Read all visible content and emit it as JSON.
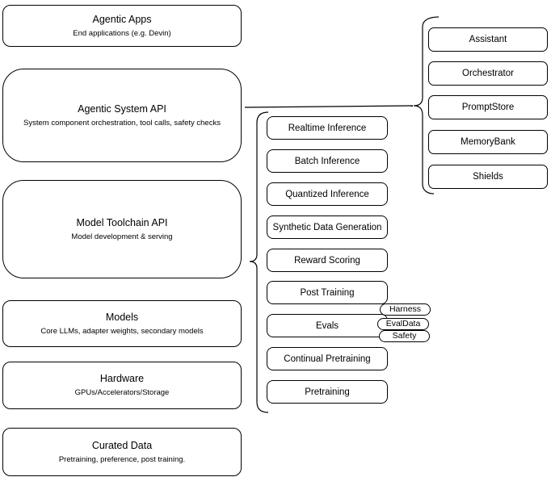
{
  "diagram": {
    "title": "Agentic system stack diagram",
    "colors": {
      "stroke": "#000000",
      "fill": "#ffffff",
      "text": "#000000"
    },
    "left_stack": [
      {
        "title": "Agentic Apps",
        "subtitle": "End applications (e.g. Devin)"
      },
      {
        "title": "Agentic System API",
        "subtitle": "System component orchestration, tool calls, safety checks"
      },
      {
        "title": "Model Toolchain API",
        "subtitle": "Model development & serving"
      },
      {
        "title": "Models",
        "subtitle": "Core LLMs, adapter weights, secondary models"
      },
      {
        "title": "Hardware",
        "subtitle": "GPUs/Accelerators/Storage"
      },
      {
        "title": "Curated Data",
        "subtitle": "Pretraining, preference, post training."
      }
    ],
    "toolchain_components": [
      "Realtime Inference",
      "Batch Inference",
      "Quantized Inference",
      "Synthetic Data Generation",
      "Reward Scoring",
      "Post Training",
      "Evals",
      "Continual Pretraining",
      "Pretraining"
    ],
    "eval_pills": [
      "Harness",
      "EvalData",
      "Safety"
    ],
    "system_components": [
      "Assistant",
      "Orchestrator",
      "PromptStore",
      "MemoryBank",
      "Shields"
    ]
  }
}
